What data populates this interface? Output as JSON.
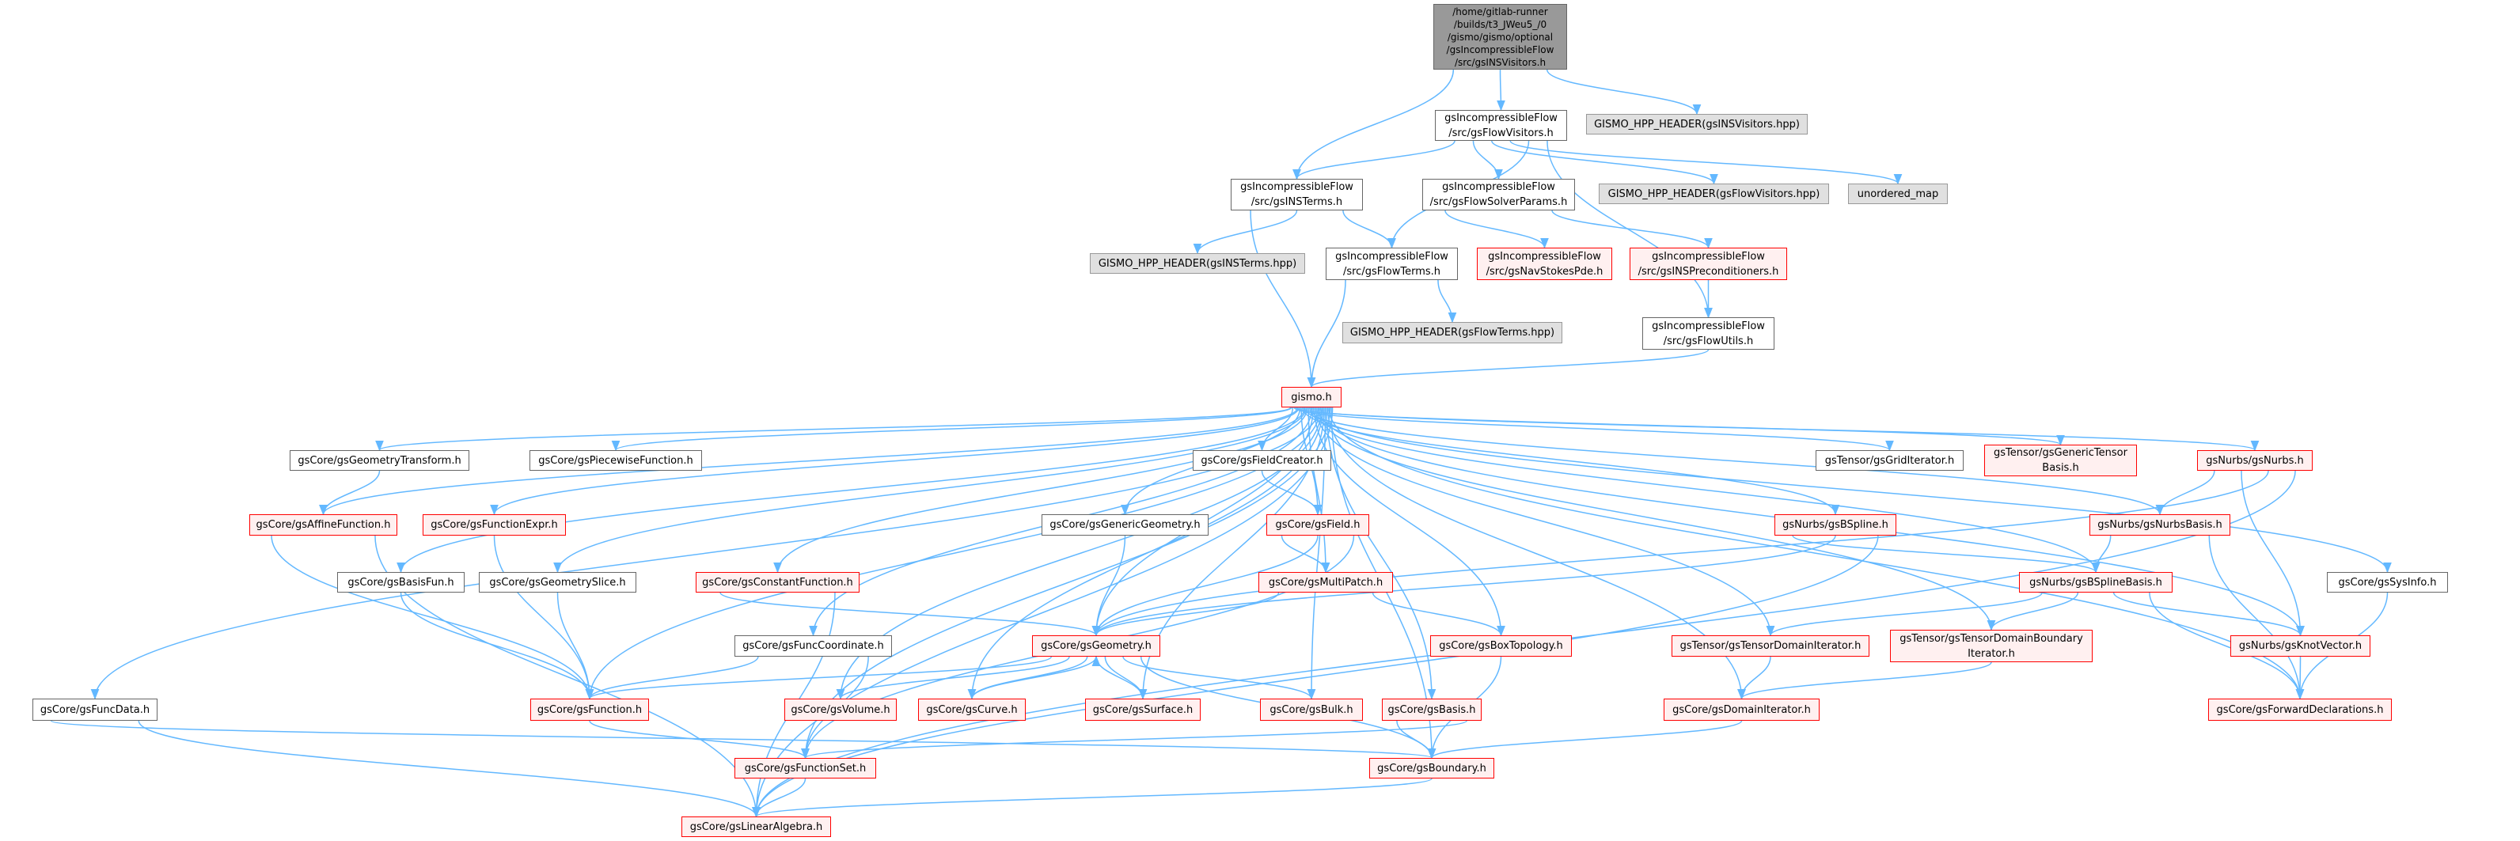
{
  "title": "Include dependency graph for gsINSVisitors.h",
  "colors": {
    "edge": "#63b8ff",
    "truncated_border": "#ff0000",
    "truncated_fill": "#fff0f0",
    "external_fill": "#e0e0e0",
    "root_fill": "#999999"
  },
  "nodes": [
    {
      "id": "root",
      "style": "root",
      "lines": [
        "/home/gitlab-runner",
        "/builds/t3_JWeu5_/0",
        "/gismo/gismo/optional",
        "/gsIncompressibleFlow",
        "/src/gsINSVisitors.h"
      ]
    },
    {
      "id": "flowvisitors",
      "style": "normal",
      "lines": [
        "gsIncompressibleFlow",
        "/src/gsFlowVisitors.h"
      ]
    },
    {
      "id": "hpp_insvisitors",
      "style": "external",
      "lines": [
        "GISMO_HPP_HEADER(gsINSVisitors.hpp)"
      ]
    },
    {
      "id": "insterms",
      "style": "normal",
      "lines": [
        "gsIncompressibleFlow",
        "/src/gsINSTerms.h"
      ]
    },
    {
      "id": "solverparams",
      "style": "normal",
      "lines": [
        "gsIncompressibleFlow",
        "/src/gsFlowSolverParams.h"
      ]
    },
    {
      "id": "hpp_flowvisitors",
      "style": "external",
      "lines": [
        "GISMO_HPP_HEADER(gsFlowVisitors.hpp)"
      ]
    },
    {
      "id": "unordered_map",
      "style": "external",
      "lines": [
        "unordered_map"
      ]
    },
    {
      "id": "hpp_insterms",
      "style": "external",
      "lines": [
        "GISMO_HPP_HEADER(gsINSTerms.hpp)"
      ]
    },
    {
      "id": "flowterms",
      "style": "normal",
      "lines": [
        "gsIncompressibleFlow",
        "/src/gsFlowTerms.h"
      ]
    },
    {
      "id": "navstokes",
      "style": "truncated",
      "lines": [
        "gsIncompressibleFlow",
        "/src/gsNavStokesPde.h"
      ]
    },
    {
      "id": "insprecond",
      "style": "truncated",
      "lines": [
        "gsIncompressibleFlow",
        "/src/gsINSPreconditioners.h"
      ]
    },
    {
      "id": "hpp_flowterms",
      "style": "external",
      "lines": [
        "GISMO_HPP_HEADER(gsFlowTerms.hpp)"
      ]
    },
    {
      "id": "flowutils",
      "style": "normal",
      "lines": [
        "gsIncompressibleFlow",
        "/src/gsFlowUtils.h"
      ]
    },
    {
      "id": "gismo",
      "style": "truncated",
      "lines": [
        "gismo.h"
      ]
    },
    {
      "id": "geomtransform",
      "style": "normal",
      "lines": [
        "gsCore/gsGeometryTransform.h"
      ]
    },
    {
      "id": "piecewise",
      "style": "normal",
      "lines": [
        "gsCore/gsPiecewiseFunction.h"
      ]
    },
    {
      "id": "fieldcreator",
      "style": "normal",
      "lines": [
        "gsCore/gsFieldCreator.h"
      ]
    },
    {
      "id": "griditer",
      "style": "normal",
      "lines": [
        "gsTensor/gsGridIterator.h"
      ]
    },
    {
      "id": "gentensorbasis",
      "style": "truncated",
      "lines": [
        "gsTensor/gsGenericTensor",
        "Basis.h"
      ]
    },
    {
      "id": "nurbs",
      "style": "truncated",
      "lines": [
        "gsNurbs/gsNurbs.h"
      ]
    },
    {
      "id": "affine",
      "style": "truncated",
      "lines": [
        "gsCore/gsAffineFunction.h"
      ]
    },
    {
      "id": "funcexpr",
      "style": "truncated",
      "lines": [
        "gsCore/gsFunctionExpr.h"
      ]
    },
    {
      "id": "genericgeom",
      "style": "normal",
      "lines": [
        "gsCore/gsGenericGeometry.h"
      ]
    },
    {
      "id": "field",
      "style": "truncated",
      "lines": [
        "gsCore/gsField.h"
      ]
    },
    {
      "id": "bspline",
      "style": "truncated",
      "lines": [
        "gsNurbs/gsBSpline.h"
      ]
    },
    {
      "id": "nurbsbasis",
      "style": "truncated",
      "lines": [
        "gsNurbs/gsNurbsBasis.h"
      ]
    },
    {
      "id": "basisfun",
      "style": "normal",
      "lines": [
        "gsCore/gsBasisFun.h"
      ]
    },
    {
      "id": "geomslice",
      "style": "normal",
      "lines": [
        "gsCore/gsGeometrySlice.h"
      ]
    },
    {
      "id": "constfunc",
      "style": "truncated",
      "lines": [
        "gsCore/gsConstantFunction.h"
      ]
    },
    {
      "id": "multipatch",
      "style": "truncated",
      "lines": [
        "gsCore/gsMultiPatch.h"
      ]
    },
    {
      "id": "bsplinebasis",
      "style": "truncated",
      "lines": [
        "gsNurbs/gsBSplineBasis.h"
      ]
    },
    {
      "id": "sysinfo",
      "style": "normal",
      "lines": [
        "gsCore/gsSysInfo.h"
      ]
    },
    {
      "id": "funccoord",
      "style": "normal",
      "lines": [
        "gsCore/gsFuncCoordinate.h"
      ]
    },
    {
      "id": "geometry",
      "style": "truncated",
      "lines": [
        "gsCore/gsGeometry.h"
      ]
    },
    {
      "id": "boxtopo",
      "style": "truncated",
      "lines": [
        "gsCore/gsBoxTopology.h"
      ]
    },
    {
      "id": "tensordomiter",
      "style": "truncated",
      "lines": [
        "gsTensor/gsTensorDomainIterator.h"
      ]
    },
    {
      "id": "tensordombnditer",
      "style": "truncated",
      "lines": [
        "gsTensor/gsTensorDomainBoundary",
        "Iterator.h"
      ]
    },
    {
      "id": "knotvector",
      "style": "truncated",
      "lines": [
        "gsNurbs/gsKnotVector.h"
      ]
    },
    {
      "id": "funcdata",
      "style": "normal",
      "lines": [
        "gsCore/gsFuncData.h"
      ]
    },
    {
      "id": "function",
      "style": "truncated",
      "lines": [
        "gsCore/gsFunction.h"
      ]
    },
    {
      "id": "volume",
      "style": "truncated",
      "lines": [
        "gsCore/gsVolume.h"
      ]
    },
    {
      "id": "curve",
      "style": "truncated",
      "lines": [
        "gsCore/gsCurve.h"
      ]
    },
    {
      "id": "surface",
      "style": "truncated",
      "lines": [
        "gsCore/gsSurface.h"
      ]
    },
    {
      "id": "bulk",
      "style": "truncated",
      "lines": [
        "gsCore/gsBulk.h"
      ]
    },
    {
      "id": "basis",
      "style": "truncated",
      "lines": [
        "gsCore/gsBasis.h"
      ]
    },
    {
      "id": "domainiter",
      "style": "truncated",
      "lines": [
        "gsCore/gsDomainIterator.h"
      ]
    },
    {
      "id": "fwddecl",
      "style": "truncated",
      "lines": [
        "gsCore/gsForwardDeclarations.h"
      ]
    },
    {
      "id": "functionset",
      "style": "truncated",
      "lines": [
        "gsCore/gsFunctionSet.h"
      ]
    },
    {
      "id": "boundary",
      "style": "truncated",
      "lines": [
        "gsCore/gsBoundary.h"
      ]
    },
    {
      "id": "linalg",
      "style": "truncated",
      "lines": [
        "gsCore/gsLinearAlgebra.h"
      ]
    }
  ],
  "edges": [
    [
      "root",
      "insterms"
    ],
    [
      "root",
      "flowvisitors"
    ],
    [
      "root",
      "hpp_insvisitors"
    ],
    [
      "flowvisitors",
      "insterms"
    ],
    [
      "flowvisitors",
      "solverparams"
    ],
    [
      "flowvisitors",
      "hpp_flowvisitors"
    ],
    [
      "flowvisitors",
      "unordered_map"
    ],
    [
      "flowvisitors",
      "flowterms"
    ],
    [
      "flowvisitors",
      "flowutils"
    ],
    [
      "insterms",
      "gismo"
    ],
    [
      "insterms",
      "hpp_insterms"
    ],
    [
      "insterms",
      "flowterms"
    ],
    [
      "solverparams",
      "navstokes"
    ],
    [
      "solverparams",
      "insprecond"
    ],
    [
      "flowterms",
      "gismo"
    ],
    [
      "flowterms",
      "hpp_flowterms"
    ],
    [
      "insprecond",
      "flowutils"
    ],
    [
      "flowutils",
      "gismo"
    ],
    [
      "gismo",
      "geomtransform"
    ],
    [
      "gismo",
      "piecewise"
    ],
    [
      "gismo",
      "fieldcreator"
    ],
    [
      "gismo",
      "griditer"
    ],
    [
      "gismo",
      "gentensorbasis"
    ],
    [
      "gismo",
      "nurbs"
    ],
    [
      "gismo",
      "affine"
    ],
    [
      "gismo",
      "funcexpr"
    ],
    [
      "gismo",
      "genericgeom"
    ],
    [
      "gismo",
      "field"
    ],
    [
      "gismo",
      "bspline"
    ],
    [
      "gismo",
      "nurbsbasis"
    ],
    [
      "gismo",
      "basisfun"
    ],
    [
      "gismo",
      "geomslice"
    ],
    [
      "gismo",
      "constfunc"
    ],
    [
      "gismo",
      "multipatch"
    ],
    [
      "gismo",
      "bsplinebasis"
    ],
    [
      "gismo",
      "sysinfo"
    ],
    [
      "gismo",
      "funccoord"
    ],
    [
      "gismo",
      "geometry"
    ],
    [
      "gismo",
      "boxtopo"
    ],
    [
      "gismo",
      "tensordomiter"
    ],
    [
      "gismo",
      "tensordombnditer"
    ],
    [
      "gismo",
      "knotvector"
    ],
    [
      "gismo",
      "funcdata"
    ],
    [
      "gismo",
      "function"
    ],
    [
      "gismo",
      "volume"
    ],
    [
      "gismo",
      "curve"
    ],
    [
      "gismo",
      "surface"
    ],
    [
      "gismo",
      "bulk"
    ],
    [
      "gismo",
      "basis"
    ],
    [
      "gismo",
      "domainiter"
    ],
    [
      "gismo",
      "fwddecl"
    ],
    [
      "gismo",
      "functionset"
    ],
    [
      "gismo",
      "boundary"
    ],
    [
      "gismo",
      "linalg"
    ],
    [
      "geomtransform",
      "affine"
    ],
    [
      "fieldcreator",
      "field"
    ],
    [
      "nurbs",
      "nurbsbasis"
    ],
    [
      "nurbs",
      "knotvector"
    ],
    [
      "nurbs",
      "geometry"
    ],
    [
      "nurbs",
      "linalg"
    ],
    [
      "affine",
      "function"
    ],
    [
      "affine",
      "linalg"
    ],
    [
      "funcexpr",
      "function"
    ],
    [
      "genericgeom",
      "geometry"
    ],
    [
      "field",
      "multipatch"
    ],
    [
      "field",
      "geometry"
    ],
    [
      "field",
      "functionset"
    ],
    [
      "bspline",
      "bsplinebasis"
    ],
    [
      "bspline",
      "geometry"
    ],
    [
      "bspline",
      "linalg"
    ],
    [
      "nurbsbasis",
      "bsplinebasis"
    ],
    [
      "nurbsbasis",
      "fwddecl"
    ],
    [
      "basisfun",
      "function"
    ],
    [
      "geomslice",
      "function"
    ],
    [
      "constfunc",
      "geometry"
    ],
    [
      "constfunc",
      "linalg"
    ],
    [
      "multipatch",
      "geometry"
    ],
    [
      "multipatch",
      "boxtopo"
    ],
    [
      "bsplinebasis",
      "tensordomiter"
    ],
    [
      "bsplinebasis",
      "tensordombnditer"
    ],
    [
      "bsplinebasis",
      "knotvector"
    ],
    [
      "bsplinebasis",
      "fwddecl"
    ],
    [
      "sysinfo",
      "fwddecl"
    ],
    [
      "funccoord",
      "function"
    ],
    [
      "funccoord",
      "functionset"
    ],
    [
      "geometry",
      "function"
    ],
    [
      "geometry",
      "volume"
    ],
    [
      "geometry",
      "curve"
    ],
    [
      "geometry",
      "surface"
    ],
    [
      "geometry",
      "bulk"
    ],
    [
      "geometry",
      "boundary"
    ],
    [
      "curve",
      "geometry"
    ],
    [
      "surface",
      "geometry"
    ],
    [
      "boxtopo",
      "boundary"
    ],
    [
      "tensordomiter",
      "domainiter"
    ],
    [
      "tensordombnditer",
      "domainiter"
    ],
    [
      "knotvector",
      "fwddecl"
    ],
    [
      "funcdata",
      "boundary"
    ],
    [
      "funcdata",
      "linalg"
    ],
    [
      "function",
      "functionset"
    ],
    [
      "basis",
      "boundary"
    ],
    [
      "basis",
      "functionset"
    ],
    [
      "domainiter",
      "boundary"
    ],
    [
      "functionset",
      "linalg"
    ],
    [
      "boundary",
      "linalg"
    ]
  ]
}
